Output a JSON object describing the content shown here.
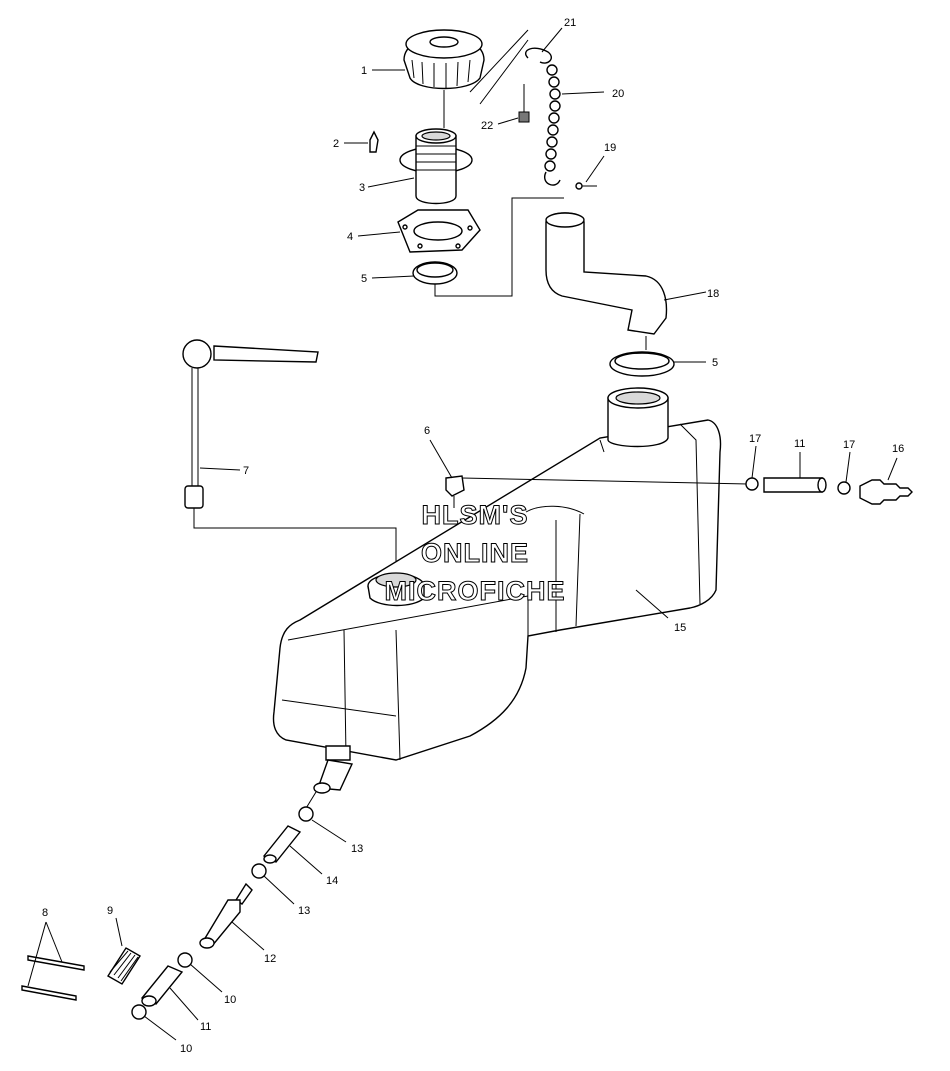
{
  "watermark": {
    "line1": "HLSM'S",
    "line2": "ONLINE",
    "line3": "MICROFICHE"
  },
  "callouts": [
    {
      "id": "c1",
      "text": "1"
    },
    {
      "id": "c2",
      "text": "2"
    },
    {
      "id": "c3",
      "text": "3"
    },
    {
      "id": "c4",
      "text": "4"
    },
    {
      "id": "c5a",
      "text": "5"
    },
    {
      "id": "c5b",
      "text": "5"
    },
    {
      "id": "c6",
      "text": "6"
    },
    {
      "id": "c7",
      "text": "7"
    },
    {
      "id": "c8",
      "text": "8"
    },
    {
      "id": "c9",
      "text": "9"
    },
    {
      "id": "c10a",
      "text": "10"
    },
    {
      "id": "c10b",
      "text": "10"
    },
    {
      "id": "c11a",
      "text": "11"
    },
    {
      "id": "c11b",
      "text": "11"
    },
    {
      "id": "c12",
      "text": "12"
    },
    {
      "id": "c13a",
      "text": "13"
    },
    {
      "id": "c13b",
      "text": "13"
    },
    {
      "id": "c14",
      "text": "14"
    },
    {
      "id": "c15",
      "text": "15"
    },
    {
      "id": "c16",
      "text": "16"
    },
    {
      "id": "c17a",
      "text": "17"
    },
    {
      "id": "c17b",
      "text": "17"
    },
    {
      "id": "c18",
      "text": "18"
    },
    {
      "id": "c19",
      "text": "19"
    },
    {
      "id": "c20",
      "text": "20"
    },
    {
      "id": "c21",
      "text": "21"
    },
    {
      "id": "c22",
      "text": "22"
    }
  ]
}
